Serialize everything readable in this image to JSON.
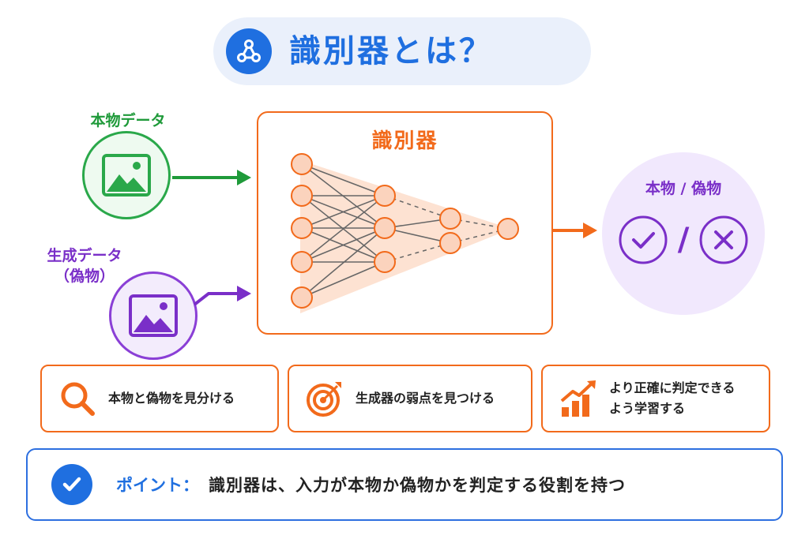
{
  "title": "識別器とは？",
  "inputs": {
    "real_label": "本物データ",
    "generated_label_line1": "生成データ",
    "generated_label_line2": "（偽物）"
  },
  "discriminator": {
    "title": "識別器"
  },
  "output": {
    "title": "本物 / 偽物",
    "separator": "/"
  },
  "features": [
    {
      "icon": "search-icon",
      "text": "本物と偽物を見分ける"
    },
    {
      "icon": "target-icon",
      "text": "生成器の弱点を見つける"
    },
    {
      "icon": "growth-chart-icon",
      "text_line1": "より正確に判定できる",
      "text_line2": "よう学習する"
    }
  ],
  "point": {
    "label": "ポイント：",
    "text": "識別器は、入力が本物か偽物かを判定する役割を持つ"
  },
  "colors": {
    "blue": "#1f6fe0",
    "green": "#2aa84a",
    "purple": "#8a3fd6",
    "orange": "#f26a1b"
  }
}
